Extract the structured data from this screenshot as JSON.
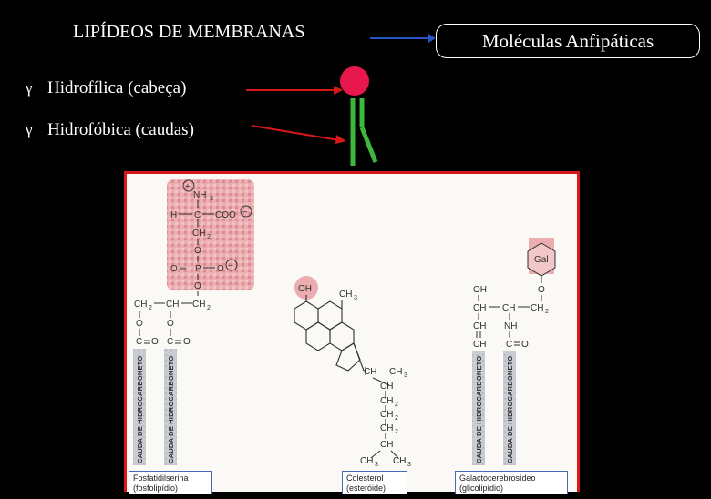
{
  "header": {
    "title": "LIPÍDEOS DE MEMBRANAS",
    "amphipathic_label": "Moléculas Anfipáticas"
  },
  "bullets": [
    {
      "glyph": "γ",
      "text": "Hidrofílica (cabeça)"
    },
    {
      "glyph": "γ",
      "text": "Hidrofóbica (caudas)"
    }
  ],
  "colors": {
    "background": "#000000",
    "head_ball": "#e8184c",
    "tail": "#3cb83c",
    "hydrophilic_arrow": "#d81818",
    "title_arrow": "#2855c8",
    "panel_border": "#d81818",
    "polar_highlight": "#e89aa0"
  },
  "figure": {
    "phosphatidylserine": {
      "head": {
        "charge_plus": "+",
        "nh3": "NH",
        "nh3_sub": "3",
        "h": "H",
        "c": "C",
        "coo": "COO",
        "charge_minus_1": "−",
        "ch2": "CH",
        "ch2_sub": "2",
        "o1": "O",
        "o_double": "O",
        "eq": "═",
        "p": "P",
        "o2": "O",
        "charge_minus_2": "−",
        "o3": "O"
      },
      "glycerol": {
        "ch2_a": "CH",
        "ch": "CH",
        "ch2_b": "CH",
        "sub": "2"
      },
      "esters": {
        "o": "O",
        "c": "C",
        "o_carbonyl": "O"
      },
      "tail_label": "CAUDA DE HIDROCARBONETO",
      "caption_line1": "Fosfatidilserina",
      "caption_line2": "(fosfolipídio)"
    },
    "cholesterol": {
      "oh": "OH",
      "ch3_ring": "CH",
      "sub3": "3",
      "chain": [
        "CH",
        "CH",
        "CH",
        "CH",
        "CH",
        "CH"
      ],
      "chain_subs": [
        "",
        "2",
        "2",
        "2",
        ""
      ],
      "ch3_branch": "CH",
      "ch3_end_a": "CH",
      "ch3_end_b": "CH",
      "caption_line1": "Colesterol",
      "caption_line2": "(esteróide)"
    },
    "galactocerebroside": {
      "gal": "Gal",
      "o_link": "O",
      "oh": "OH",
      "ch": "CH",
      "ch_mid": "CH",
      "ch2": "CH",
      "sub2": "2",
      "ch_a": "CH",
      "nh": "NH",
      "ch_b": "CH",
      "c": "C",
      "o_carbonyl": "O",
      "tail_label": "CAUDA DE HIDROCARBONETO",
      "caption_line1": "Galactocerebrosídeo",
      "caption_line2": "(glicolipídio)"
    }
  }
}
